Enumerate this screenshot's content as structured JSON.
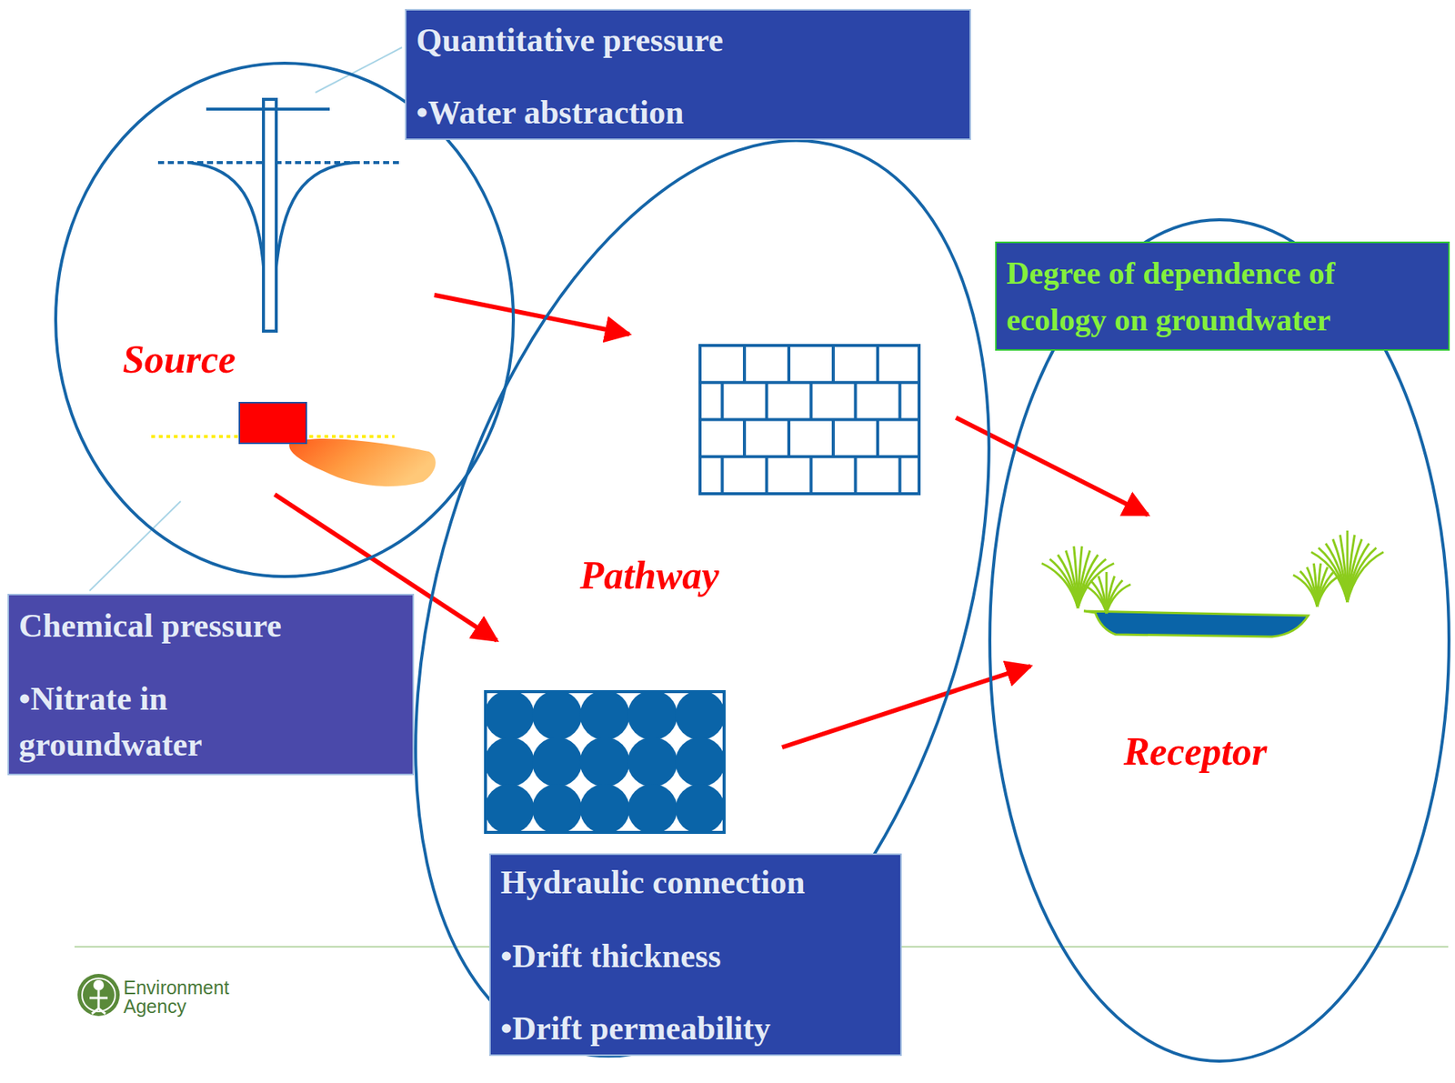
{
  "diagram": {
    "nodes": [
      {
        "text": [
          "Source"
        ]
      },
      {
        "text": [
          "Quantitative pressure",
          "•Water abstraction"
        ]
      },
      {
        "text": [
          "Chemical pressure",
          "•Nitrate in groundwater"
        ]
      },
      {
        "text": [
          "Pathway"
        ]
      },
      {
        "text": [
          "Hydraulic connection",
          "•Drift thickness",
          "•Drift permeability"
        ]
      },
      {
        "text": [
          "Receptor"
        ]
      },
      {
        "text": [
          "Degree of dependence of ecology on groundwater"
        ]
      }
    ],
    "edges": [
      {
        "from": 0,
        "to": 3,
        "arrow": "to"
      },
      {
        "from": 0,
        "to": 3,
        "arrow": "to"
      },
      {
        "from": 3,
        "to": 5,
        "arrow": "to"
      },
      {
        "from": 3,
        "to": 5,
        "arrow": "to"
      }
    ],
    "labels": [
      "Environment Agency"
    ]
  }
}
